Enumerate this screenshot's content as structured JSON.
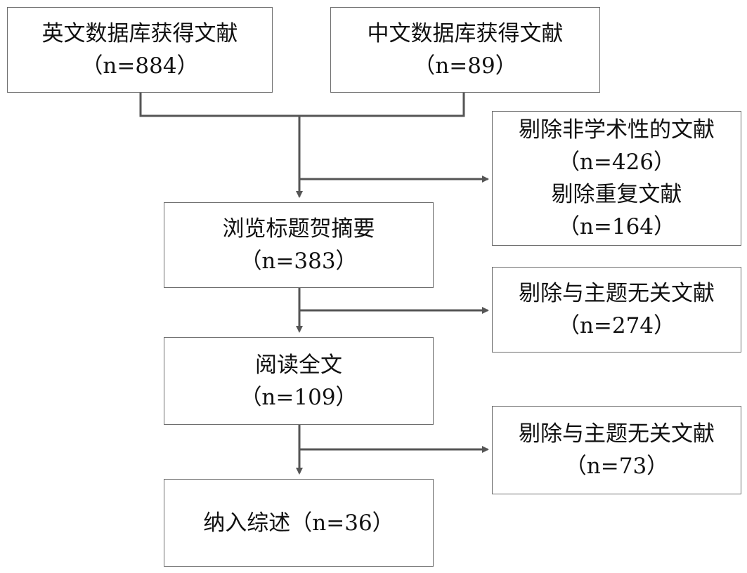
{
  "flowchart": {
    "source_en": {
      "title": "英文数据库获得文献",
      "count": "（n=884）"
    },
    "source_cn": {
      "title": "中文数据库获得文献",
      "count": "（n=89）"
    },
    "exclude_1": {
      "line1": "剔除非学术性的文献",
      "line2": "（n=426）",
      "line3": "剔除重复文献",
      "line4": "（n=164）"
    },
    "screen": {
      "title": "浏览标题贺摘要",
      "count": "（n=383）"
    },
    "exclude_2": {
      "title": "剔除与主题无关文献",
      "count": "（n=274）"
    },
    "fulltext": {
      "title": "阅读全文",
      "count": "（n=109）"
    },
    "exclude_3": {
      "title": "剔除与主题无关文献",
      "count": "（n=73）"
    },
    "included": {
      "title": "纳入综述（n=36）"
    }
  },
  "colors": {
    "stroke": "#555555",
    "border": "#6e6e6e"
  }
}
